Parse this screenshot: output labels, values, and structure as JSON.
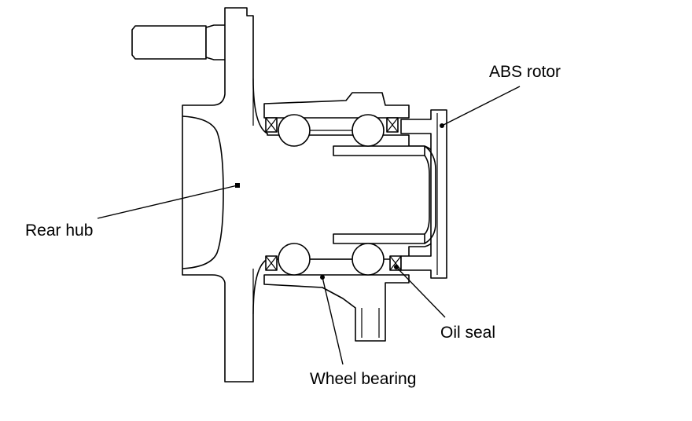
{
  "labels": {
    "abs_rotor": "ABS rotor",
    "rear_hub": "Rear hub",
    "oil_seal": "Oil seal",
    "wheel_bearing": "Wheel bearing"
  },
  "colors": {
    "stroke": "#000000",
    "background": "#ffffff"
  }
}
